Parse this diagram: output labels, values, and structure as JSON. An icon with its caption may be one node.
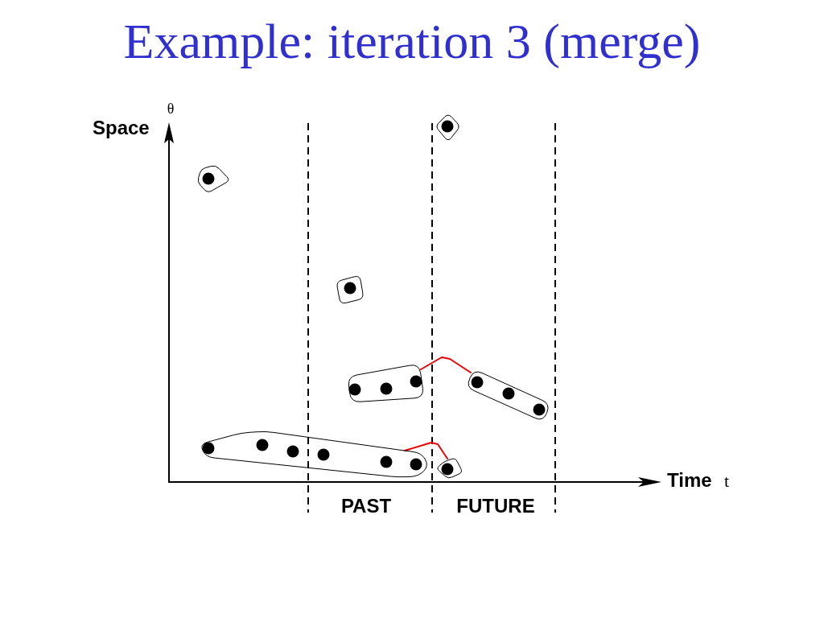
{
  "diagram": {
    "title": "Example: iteration 3 (merge)",
    "nodes": [
      {
        "text": [],
        "shape": "blob"
      },
      {
        "text": [],
        "shape": "blob"
      },
      {
        "text": [],
        "shape": "blob"
      },
      {
        "text": [],
        "shape": "blob"
      },
      {
        "text": [],
        "shape": "blob"
      },
      {
        "text": [],
        "shape": "blob"
      },
      {
        "text": [],
        "shape": "blob"
      }
    ],
    "edges": [
      {
        "from": 3,
        "to": 4,
        "arrow": "none",
        "color": "#ee0000"
      },
      {
        "from": 5,
        "to": 6,
        "arrow": "none",
        "color": "#ee0000"
      }
    ],
    "labels": [
      "θ",
      "Space",
      "Time",
      "t",
      "PAST",
      "FUTURE"
    ]
  }
}
